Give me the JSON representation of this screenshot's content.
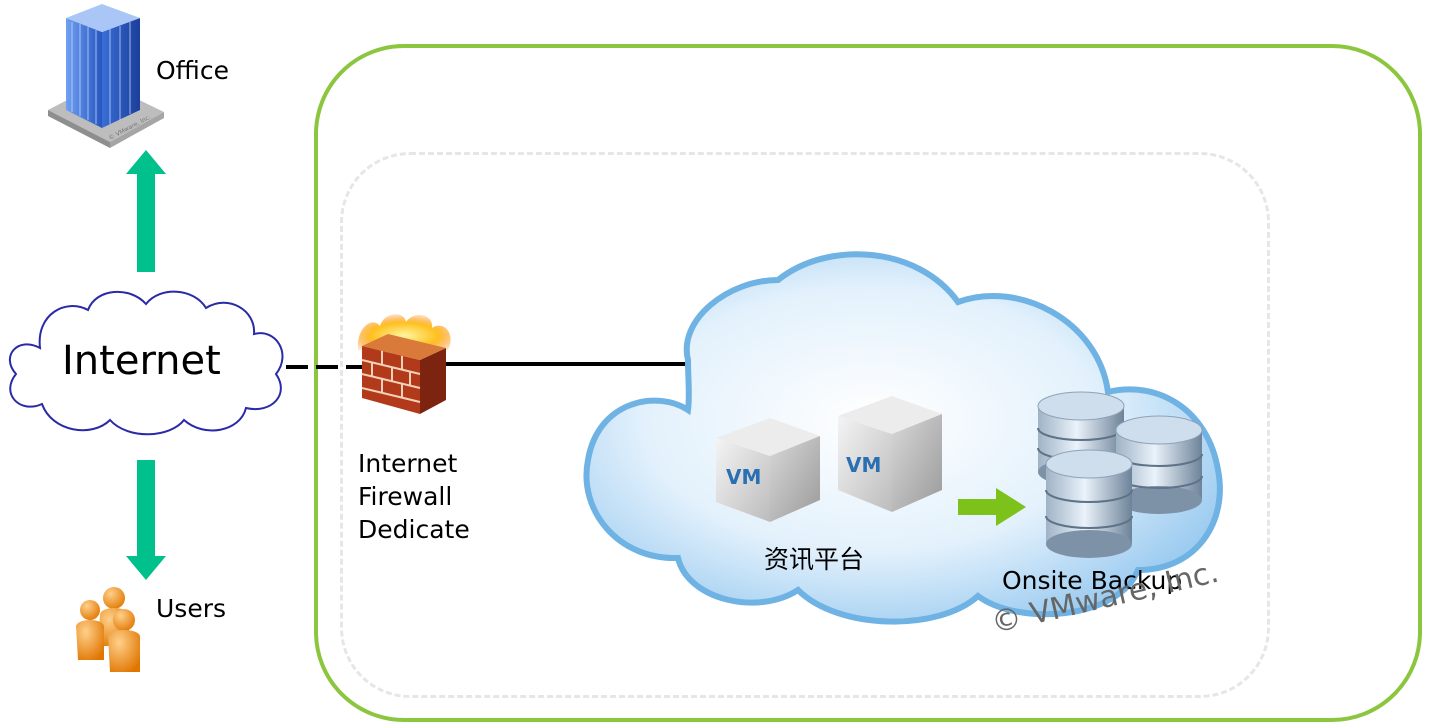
{
  "labels": {
    "office": "Office",
    "internet": "Internet",
    "users": "Users",
    "firewall": [
      "Internet",
      "Firewall",
      "Dedicate"
    ],
    "platform": "资讯平台",
    "backup": "Onsite Backup",
    "copyright": "© VMware, Inc.",
    "vm": "VM",
    "icon_copyright": "© VMware, Inc."
  },
  "colors": {
    "outer_border": "#8cc63f",
    "inner_dashed": "#e6e6e6",
    "arrow_teal": "#00c08b",
    "arrow_green": "#7cc21a",
    "cloud_blue": "#8fc4ea",
    "building_blue": "#2f66c9",
    "users_orange": "#f08a1a"
  },
  "icons": [
    "office-building-icon",
    "users-icon",
    "firewall-icon",
    "vm-box-icon",
    "database-icon",
    "internet-cloud-icon",
    "vmware-cloud-icon"
  ]
}
